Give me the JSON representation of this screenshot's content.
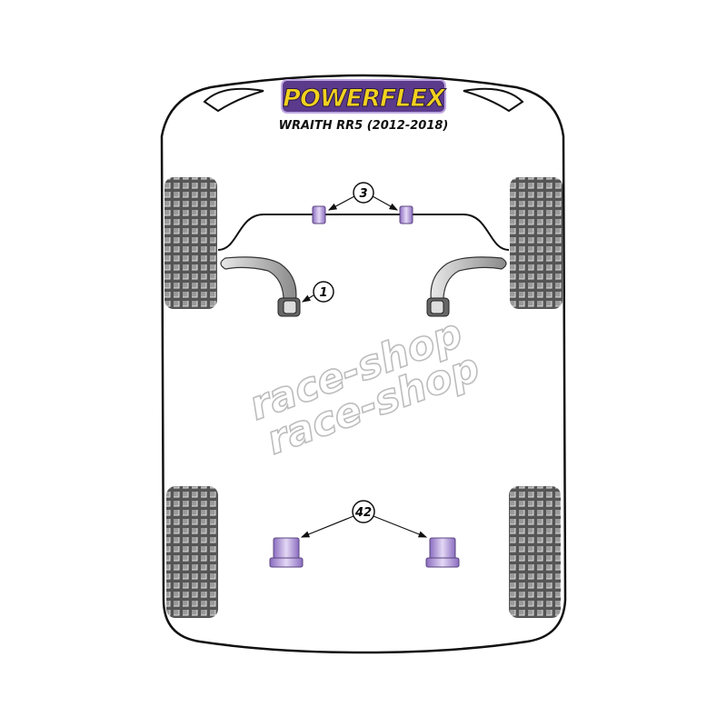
{
  "logo": {
    "brand": "POWERFLEX",
    "model": "WRAITH RR5 (2012-2018)"
  },
  "callouts": {
    "anti_roll_bar": "3",
    "front_arm": "1",
    "rear": "42"
  },
  "watermark": {
    "line1": "race-shop",
    "line2": "race-shop"
  },
  "colors": {
    "bush": "#a98fd0",
    "logo_bg": "#5b3a8c",
    "logo_text": "#f2d11e"
  }
}
